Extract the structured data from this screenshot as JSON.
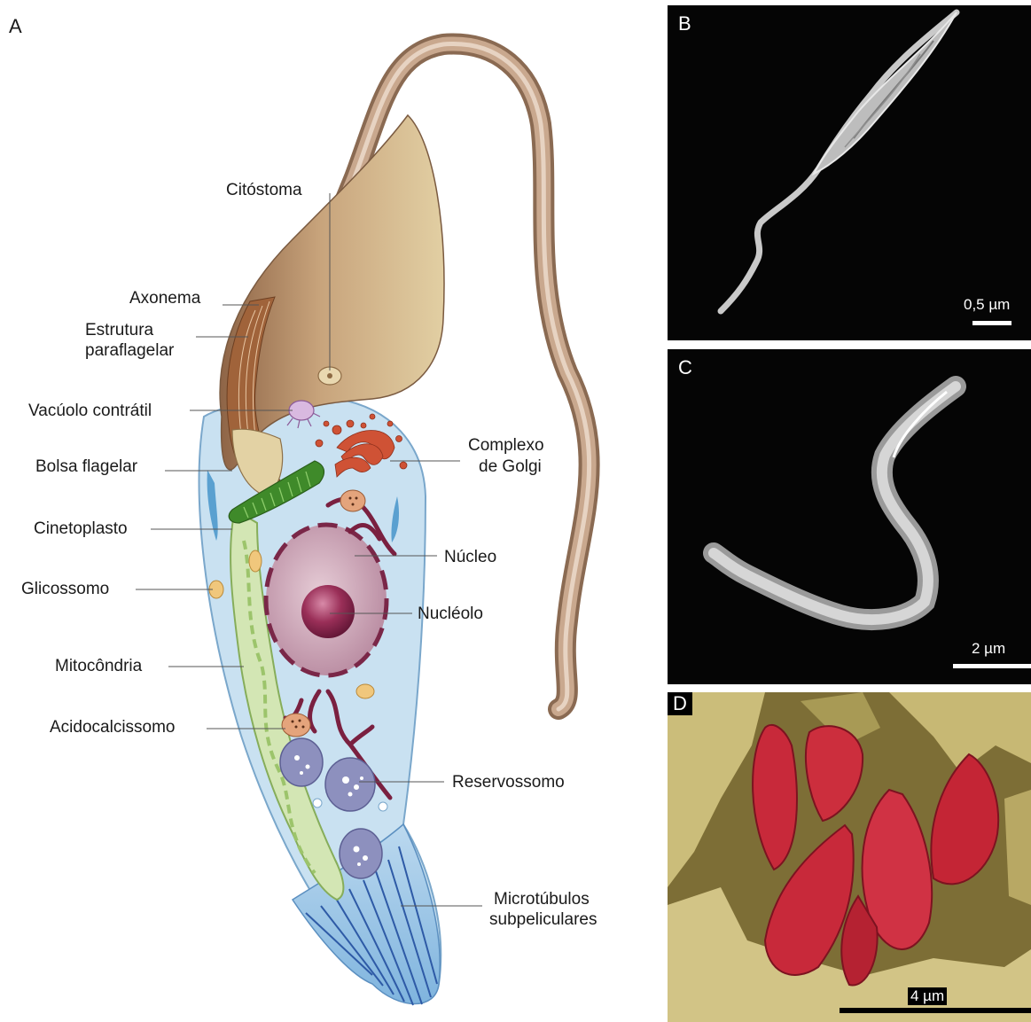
{
  "panels": {
    "a": "A",
    "b": "B",
    "c": "C",
    "d": "D"
  },
  "labels": {
    "citostoma": "Citóstoma",
    "axonema": "Axonema",
    "estrutura_line1": "Estrutura",
    "estrutura_line2": "paraflagelar",
    "vacuolo": "Vacúolo contrátil",
    "bolsa": "Bolsa flagelar",
    "cinetoplasto": "Cinetoplasto",
    "glicossomo": "Glicossomo",
    "mitocondria": "Mitocôndria",
    "acidocalcissomo": "Acidocalcissomo",
    "golgi_line1": "Complexo",
    "golgi_line2": "de Golgi",
    "nucleo": "Núcleo",
    "nucleolo": "Nucléolo",
    "reservossomo": "Reservossomo",
    "microtubulos_line1": "Microtúbulos",
    "microtubulos_line2": "subpeliculares"
  },
  "scale_bars": {
    "b": "0,5 µm",
    "c": "2 µm",
    "d": "4 µm"
  },
  "colors": {
    "cell_body": "#c9e1f1",
    "flagellum": "#b08c70",
    "anterior_lobe": "#cdb48c",
    "nucleus": "#c9a2b4",
    "nucleus_border": "#7a2748",
    "nucleolus": "#8e2c52",
    "mitochondrion": "#d3e6b4",
    "kinetoplast": "#3f8a2a",
    "golgi": "#cf5235",
    "reservosome": "#8d90be",
    "glycosome": "#f0c77c",
    "microtubules": "#2e5aa6",
    "sem_parasite_red": "#c8293a",
    "sem_tissue_yellow": "#b5a35c"
  }
}
